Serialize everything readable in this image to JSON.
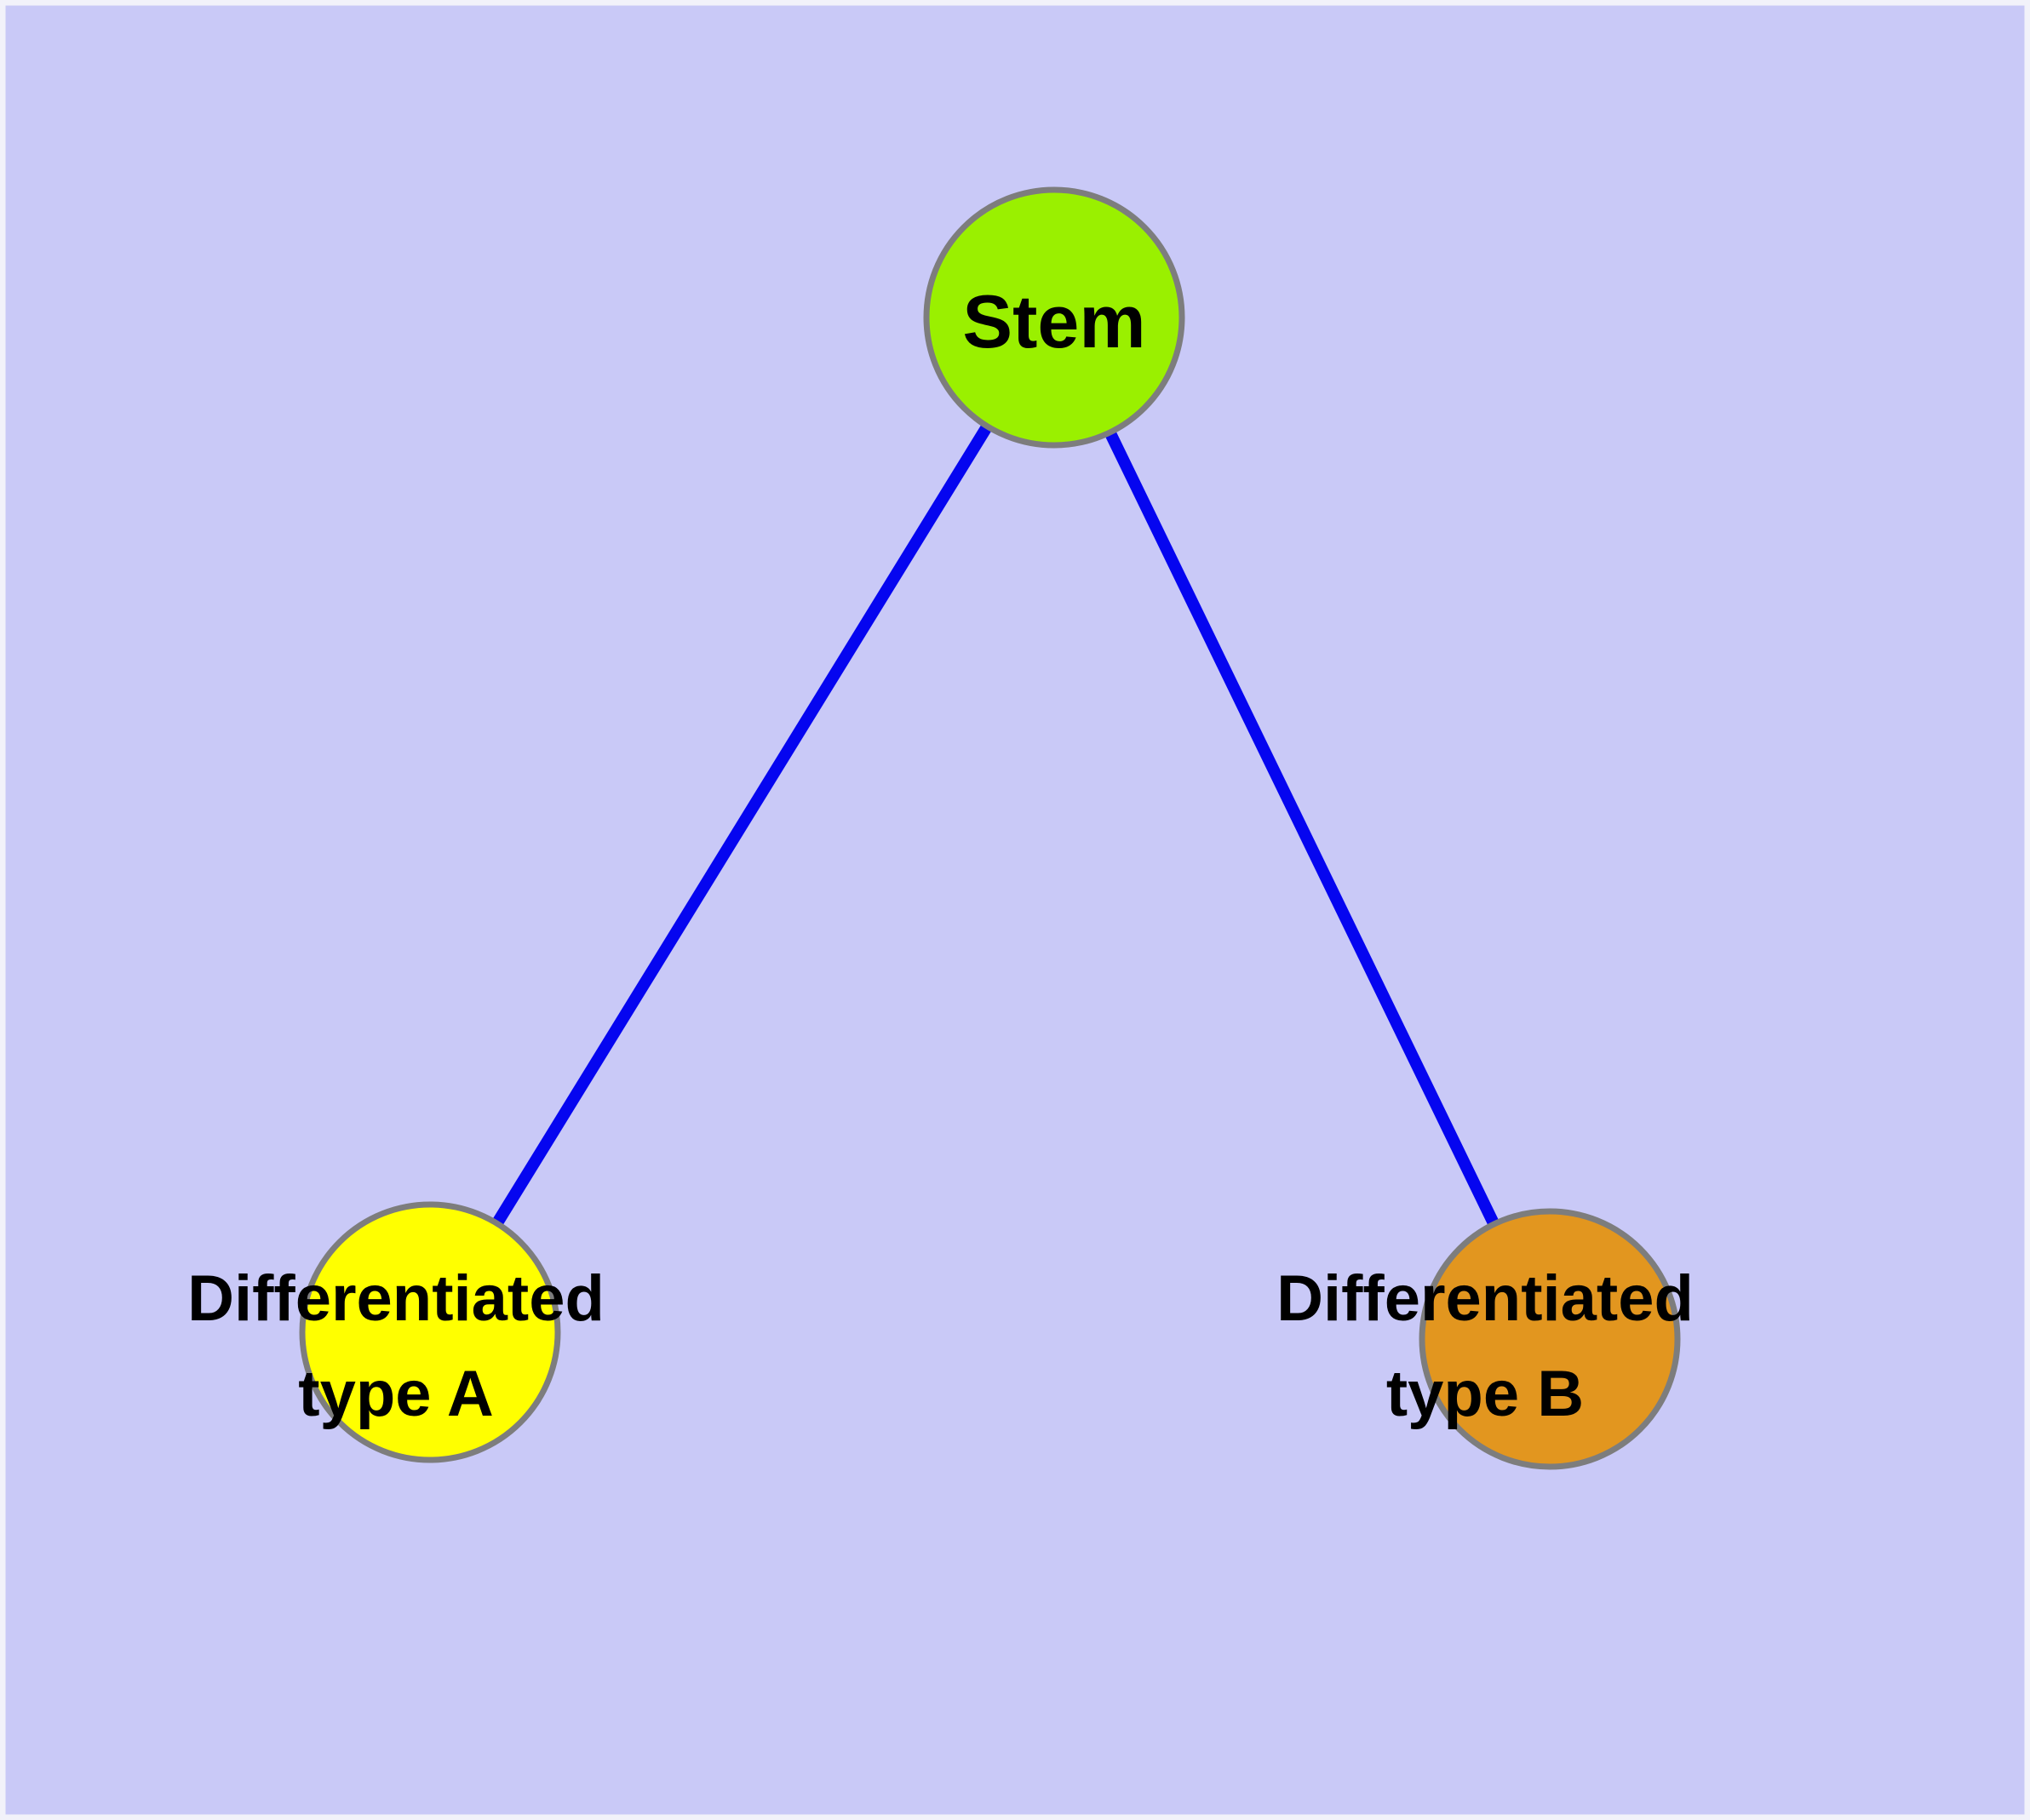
{
  "diagram": {
    "background": "#C9C9F7",
    "frame_color": "#F2F2FA",
    "text_color": "#000000",
    "nodes": {
      "stem": {
        "label": "Stem",
        "fill": "#9AF000",
        "stroke": "#7D7D7D"
      },
      "type_a": {
        "label_line1": "Differentiated",
        "label_line2": "type A",
        "fill": "#FFFF00",
        "stroke": "#7D7D7D"
      },
      "type_b": {
        "label_line1": "Differentiated",
        "label_line2": "type B",
        "fill": "#E2961F",
        "stroke": "#7D7D7D"
      }
    },
    "edges": {
      "color": "#0505F0",
      "items": [
        {
          "from": "Stem",
          "to": "Differentiated type A"
        },
        {
          "from": "Stem",
          "to": "Differentiated type B"
        }
      ]
    }
  }
}
